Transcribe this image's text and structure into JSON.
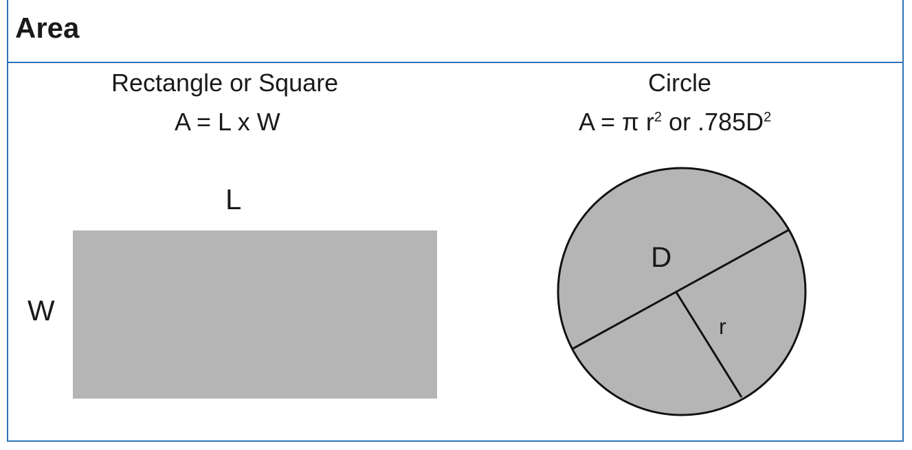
{
  "header": {
    "title": "Area"
  },
  "rectangle": {
    "title": "Rectangle or Square",
    "formula": "A = L x W",
    "length_label": "L",
    "width_label": "W"
  },
  "circle": {
    "title": "Circle",
    "formula_prefix": "A = π r",
    "formula_exp1": "2",
    "formula_mid": " or .785D",
    "formula_exp2": "2",
    "diameter_label": "D",
    "radius_label": "r"
  },
  "colors": {
    "border": "#2e74b5",
    "shape_fill": "#b5b5b5",
    "text": "#1a1a1a"
  }
}
